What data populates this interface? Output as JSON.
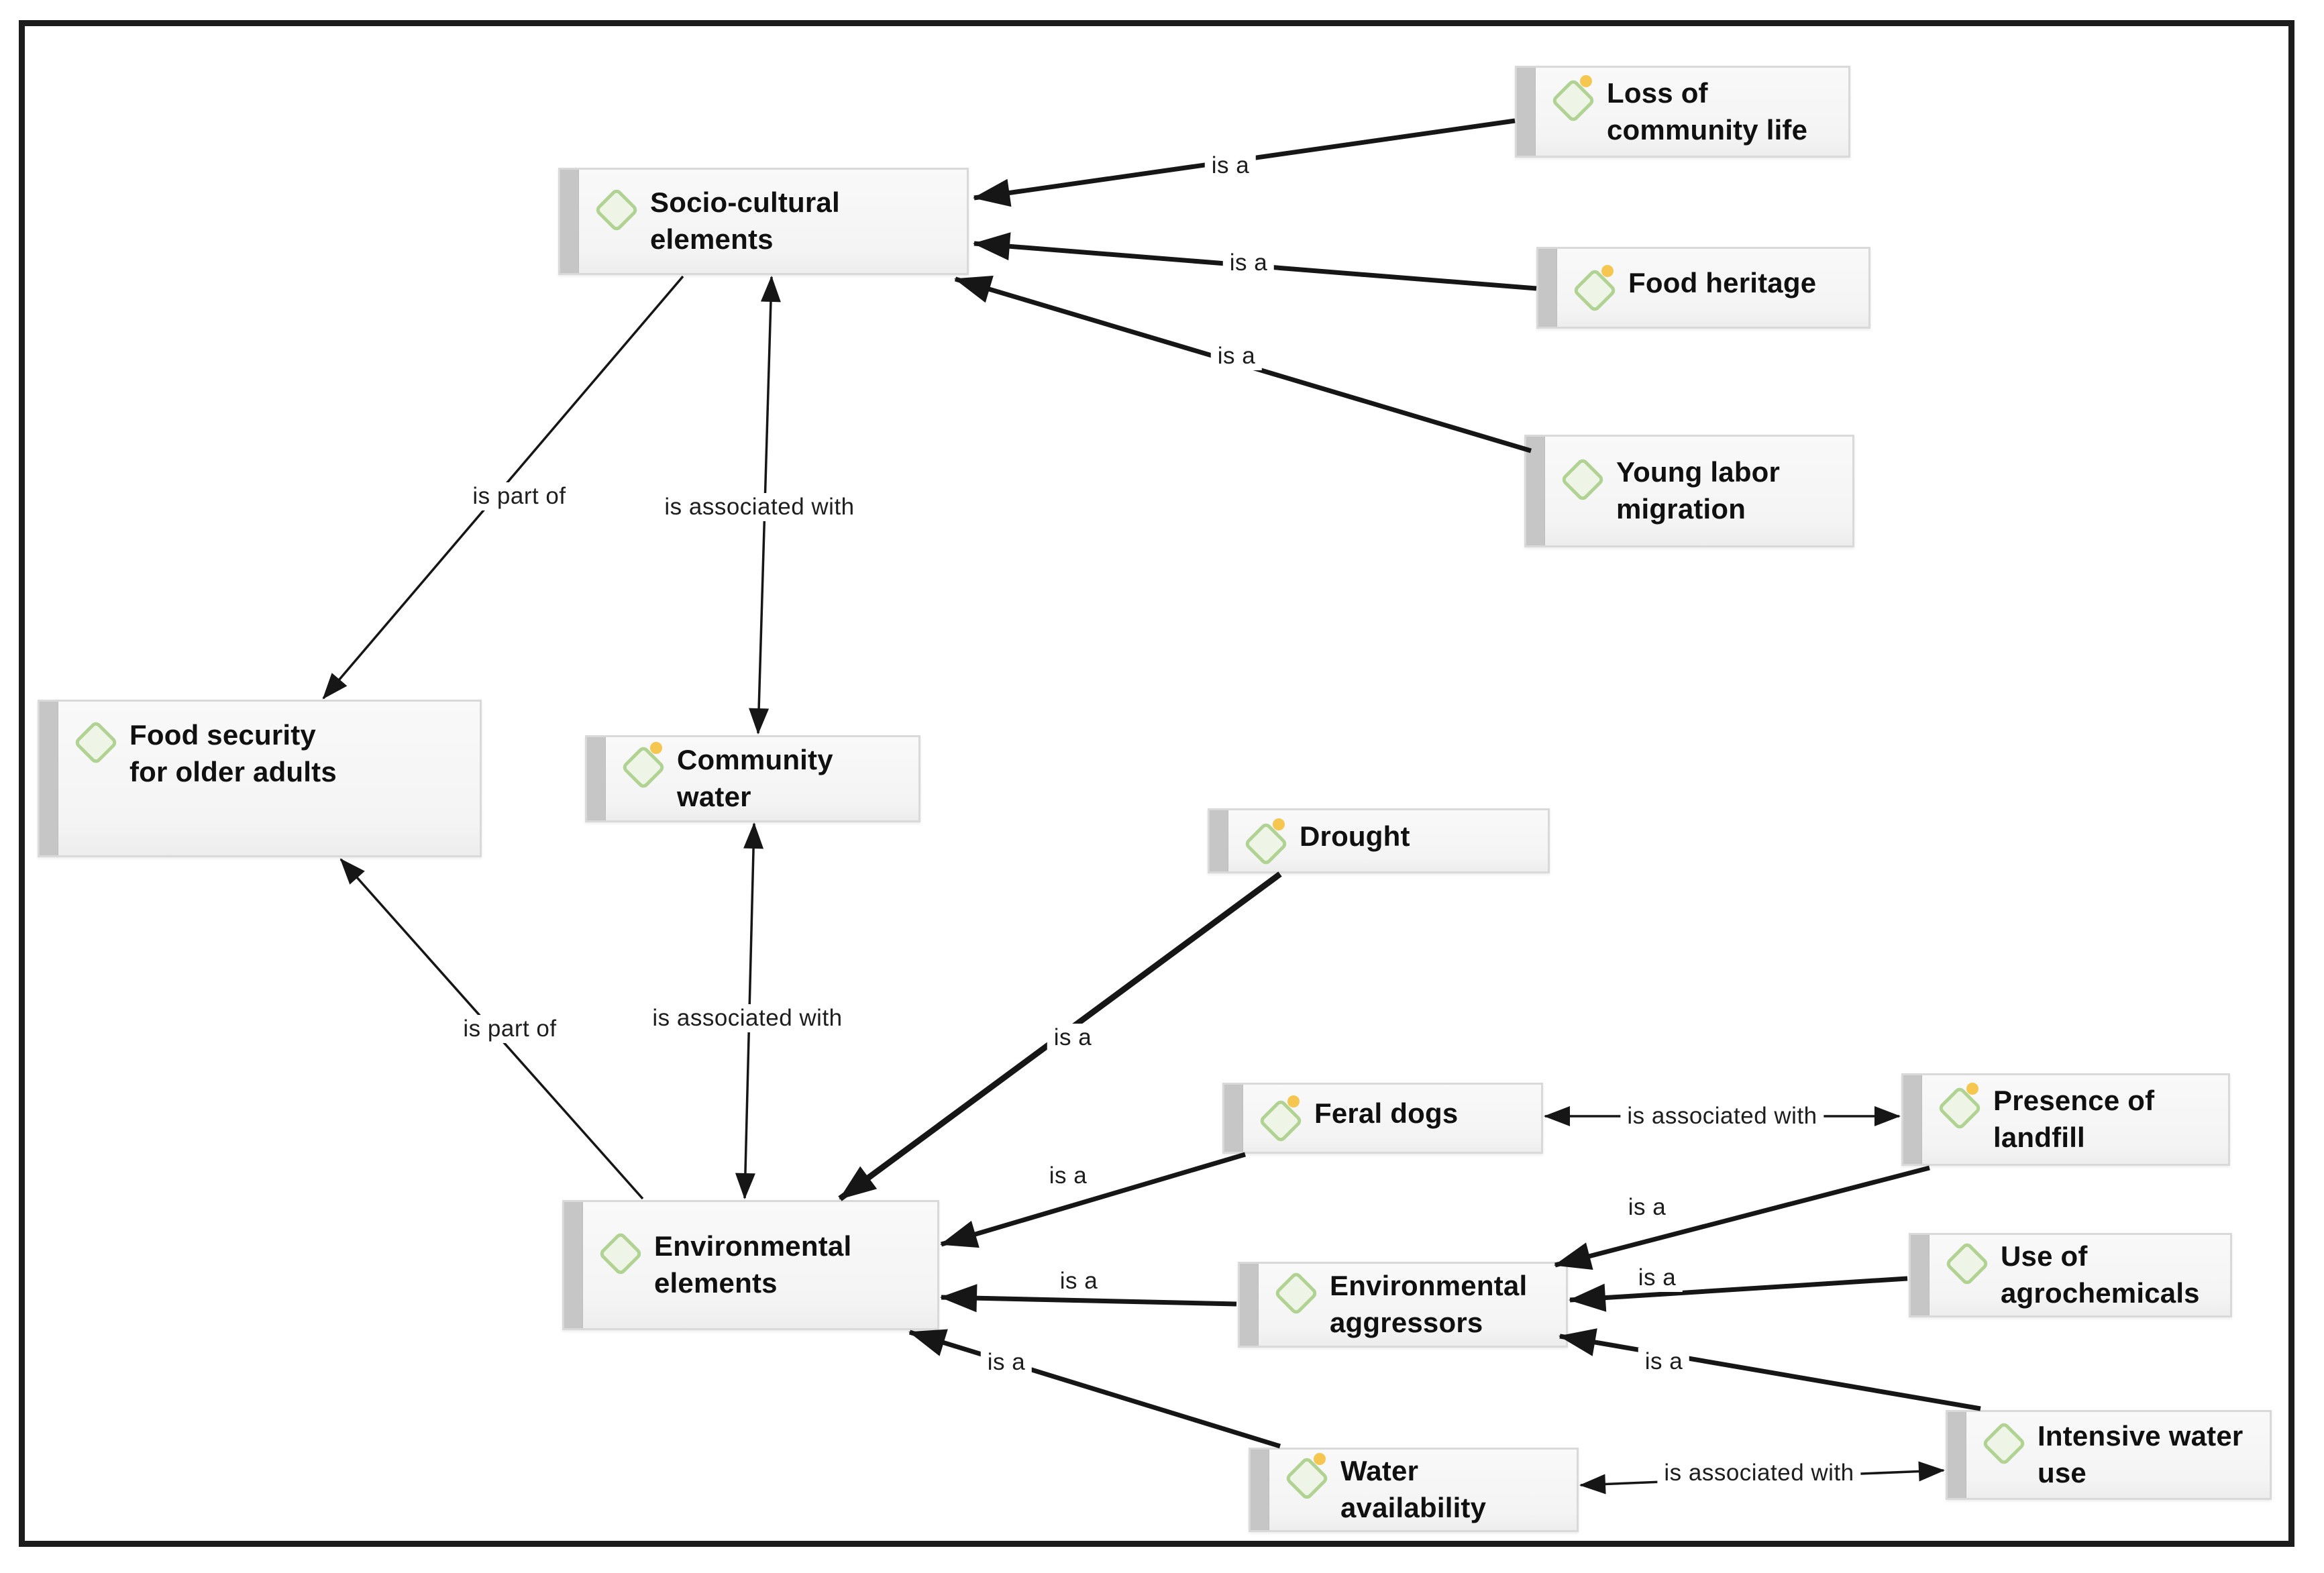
{
  "figure": {
    "type": "concept-map",
    "background": "#ffffff",
    "border_color": "#1c1c1c",
    "node_fill": "#f5f5f5",
    "node_border": "#d9d9d9",
    "node_accent_strip": "#c6c6c6",
    "diamond_icon_color": "#b0d393",
    "dot_icon_color": "#f5c750",
    "line_color": "#161616"
  },
  "nodes": [
    {
      "id": "socio",
      "label": "Socio-cultural\nelements",
      "icon": "diamond"
    },
    {
      "id": "loss",
      "label": "Loss of\ncommunity life",
      "icon": "diamond-dot"
    },
    {
      "id": "heritage",
      "label": "Food heritage",
      "icon": "diamond-dot"
    },
    {
      "id": "young",
      "label": "Young labor\nmigration",
      "icon": "diamond"
    },
    {
      "id": "foodsec",
      "label": "Food security\nfor older adults",
      "icon": "diamond"
    },
    {
      "id": "community",
      "label": "Community\nwater",
      "icon": "diamond-dot"
    },
    {
      "id": "drought",
      "label": "Drought",
      "icon": "diamond-dot"
    },
    {
      "id": "feral",
      "label": "Feral dogs",
      "icon": "diamond-dot"
    },
    {
      "id": "landfill",
      "label": "Presence of\nlandfill",
      "icon": "diamond-dot"
    },
    {
      "id": "env",
      "label": "Environmental\nelements",
      "icon": "diamond"
    },
    {
      "id": "aggressors",
      "label": "Environmental\naggressors",
      "icon": "diamond"
    },
    {
      "id": "agrochem",
      "label": "Use of\nagrochemicals",
      "icon": "diamond"
    },
    {
      "id": "intensive",
      "label": "Intensive water\nuse",
      "icon": "diamond"
    },
    {
      "id": "wateravail",
      "label": "Water\navailability",
      "icon": "diamond-dot"
    }
  ],
  "edges": [
    {
      "from": "Loss of community life",
      "to": "Socio-cultural elements",
      "label": "is a",
      "arrow": "single"
    },
    {
      "from": "Food heritage",
      "to": "Socio-cultural elements",
      "label": "is a",
      "arrow": "single"
    },
    {
      "from": "Young labor migration",
      "to": "Socio-cultural elements",
      "label": "is a",
      "arrow": "single"
    },
    {
      "from": "Socio-cultural elements",
      "to": "Food security for older adults",
      "label": "is part of",
      "arrow": "single"
    },
    {
      "from": "Socio-cultural elements",
      "to": "Community water",
      "label": "is associated with",
      "arrow": "double"
    },
    {
      "from": "Community water",
      "to": "Environmental elements",
      "label": "is associated with",
      "arrow": "double"
    },
    {
      "from": "Environmental elements",
      "to": "Food security for older adults",
      "label": "is part of",
      "arrow": "single"
    },
    {
      "from": "Drought",
      "to": "Environmental elements",
      "label": "is a",
      "arrow": "single"
    },
    {
      "from": "Feral dogs",
      "to": "Environmental elements",
      "label": "is a",
      "arrow": "single"
    },
    {
      "from": "Environmental aggressors",
      "to": "Environmental elements",
      "label": "is a",
      "arrow": "single"
    },
    {
      "from": "Water availability",
      "to": "Environmental elements",
      "label": "is a",
      "arrow": "single"
    },
    {
      "from": "Feral dogs",
      "to": "Presence of landfill",
      "label": "is associated with",
      "arrow": "double"
    },
    {
      "from": "Presence of landfill",
      "to": "Environmental aggressors",
      "label": "is a",
      "arrow": "single"
    },
    {
      "from": "Use of agrochemicals",
      "to": "Environmental aggressors",
      "label": "is a",
      "arrow": "single"
    },
    {
      "from": "Intensive water use",
      "to": "Environmental aggressors",
      "label": "is a",
      "arrow": "single"
    },
    {
      "from": "Water availability",
      "to": "Intensive water use",
      "label": "is associated with",
      "arrow": "double"
    }
  ]
}
